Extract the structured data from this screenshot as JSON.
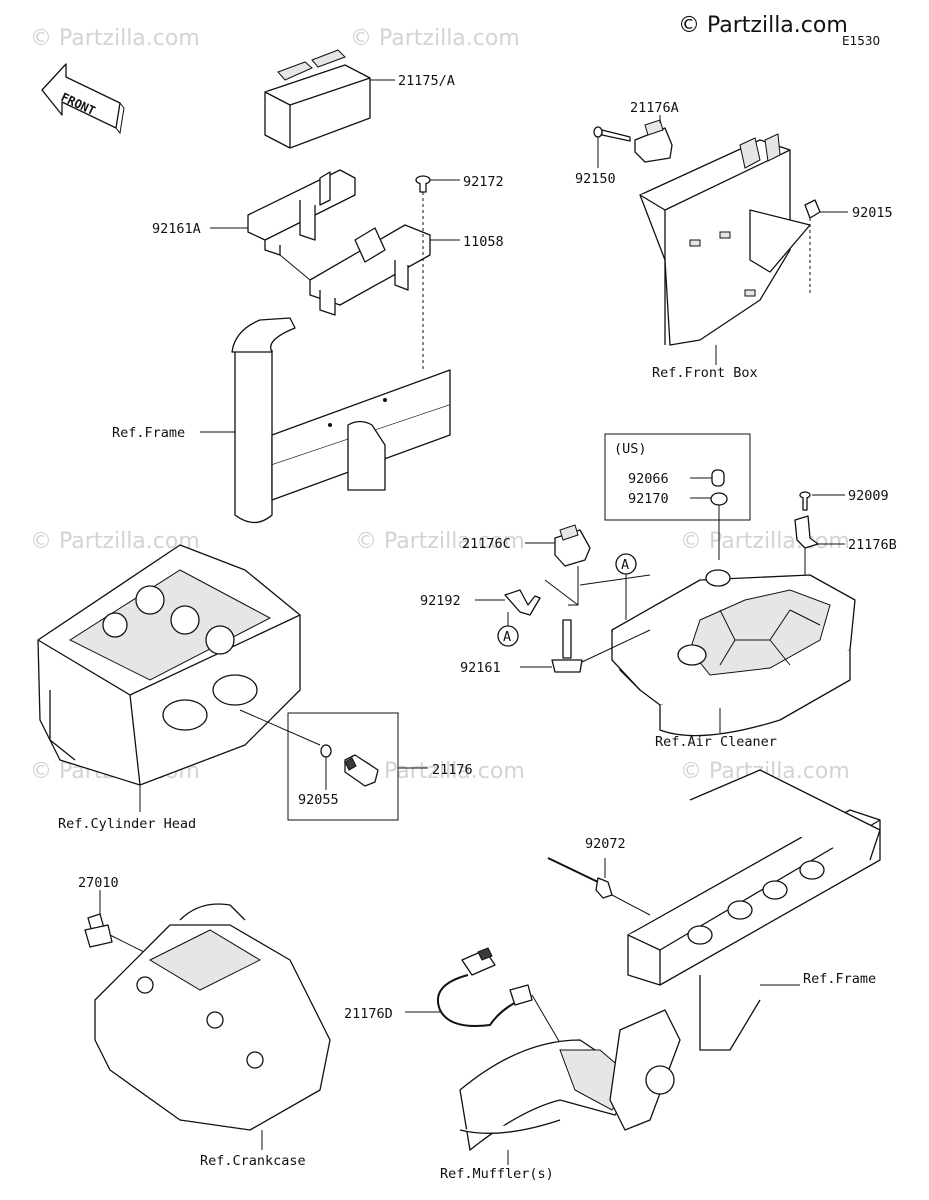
{
  "copyright": "© Partzilla.com",
  "diagram_code": "E1530",
  "watermark": "© Partzilla.com",
  "front_arrow": "FRONT",
  "callout_marker": "A",
  "labels": {
    "p21175A": "21175/A",
    "p92172": "92172",
    "p92161A": "92161A",
    "p11058": "11058",
    "ref_frame_top": "Ref.Frame",
    "p21176A": "21176A",
    "p92150": "92150",
    "p92015": "92015",
    "ref_front_box": "Ref.Front Box",
    "us": "(US)",
    "p92066": "92066",
    "p92170": "92170",
    "p92009": "92009",
    "p21176C": "21176C",
    "p21176B": "21176B",
    "p92192": "92192",
    "p92161": "92161",
    "ref_air_cleaner": "Ref.Air Cleaner",
    "p21176": "21176",
    "p92055": "92055",
    "ref_cylinder_head": "Ref.Cylinder Head",
    "p92072": "92072",
    "ref_frame_bottom": "Ref.Frame",
    "p27010": "27010",
    "p21176D": "21176D",
    "ref_crankcase": "Ref.Crankcase",
    "ref_mufflers": "Ref.Muffler(s)"
  }
}
